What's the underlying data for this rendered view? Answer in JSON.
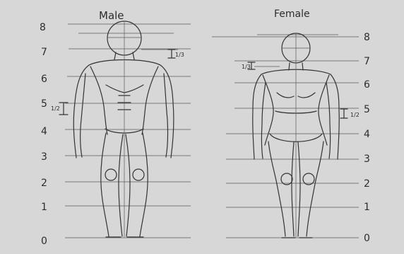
{
  "labels": {
    "male": "Male",
    "female": "Female"
  },
  "left_scale": [
    "8",
    "7",
    "6",
    "5",
    "4",
    "3",
    "2",
    "1",
    "0"
  ],
  "right_scale": [
    "8",
    "7",
    "6",
    "5",
    "4",
    "3",
    "2",
    "1",
    "0"
  ],
  "male_fraction": "1/2",
  "female_fraction_top": "1/3",
  "female_fraction_mid": "1/2",
  "male_fraction_small": "1/3",
  "colors": {
    "paper": "#d7d7d7",
    "pencil": "#333333"
  }
}
